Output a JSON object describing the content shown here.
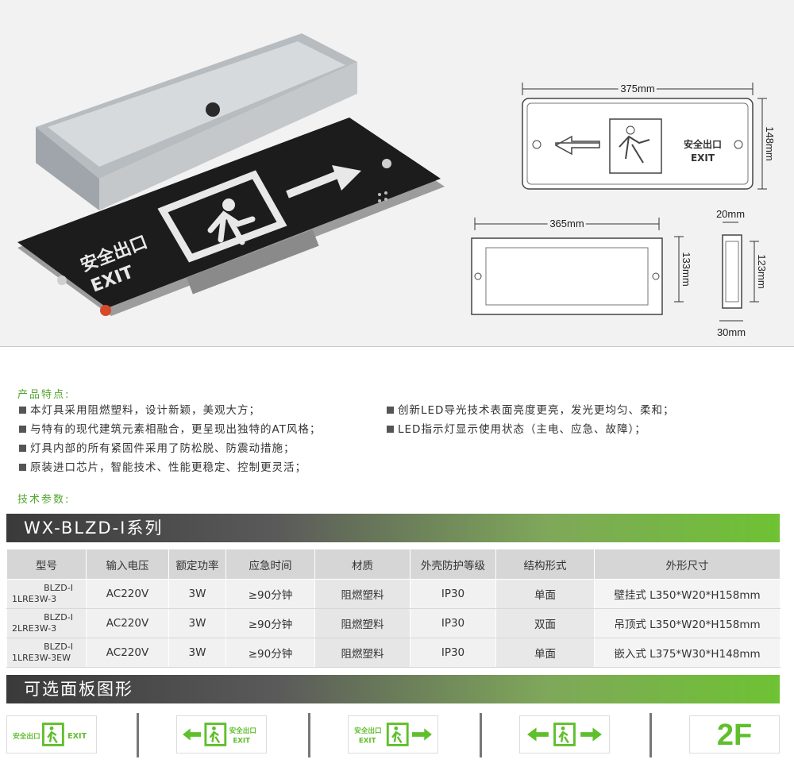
{
  "drawing": {
    "front_width": "375mm",
    "front_height": "148mm",
    "sign_text_cn": "安全出口",
    "sign_text_en": "EXIT",
    "body_width": "365mm",
    "body_height": "133mm",
    "side_top_depth": "20mm",
    "side_height": "123mm",
    "side_bottom_depth": "30mm"
  },
  "photo": {
    "sign_text_cn": "安全出口",
    "sign_text_en": "EXIT"
  },
  "features": {
    "title": "产品特点:",
    "left": [
      "本灯具采用阻燃塑料，设计新颖，美观大方；",
      "与特有的现代建筑元素相融合，更呈现出独特的AT风格；",
      "灯具内部的所有紧固件采用了防松脱、防震动措施；",
      "原装进口芯片，智能技术、性能更稳定、控制更灵活；"
    ],
    "right": [
      "创新LED导光技术表面亮度更亮，发光更均匀、柔和；",
      "LED指示灯显示使用状态（主电、应急、故障）；"
    ]
  },
  "tech": {
    "title": "技术参数:",
    "series": "WX-BLZD-Ⅰ系列"
  },
  "table": {
    "headers": [
      "型号",
      "输入电压",
      "额定功率",
      "应急时间",
      "材质",
      "外壳防护等级",
      "结构形式",
      "外形尺寸"
    ],
    "rows": [
      {
        "model1": "BLZD-Ⅰ",
        "model2": "1LRE3W-3",
        "voltage": "AC220V",
        "power": "3W",
        "time": "≥90分钟",
        "material": "阻燃塑料",
        "ip": "IP30",
        "structure": "单面",
        "size": "壁挂式 L350*W20*H158mm"
      },
      {
        "model1": "BLZD-Ⅰ",
        "model2": "2LRE3W-3",
        "voltage": "AC220V",
        "power": "3W",
        "time": "≥90分钟",
        "material": "阻燃塑料",
        "ip": "IP30",
        "structure": "双面",
        "size": "吊顶式 L350*W20*H158mm"
      },
      {
        "model1": "BLZD-Ⅰ",
        "model2": "1LRE3W-3EW",
        "voltage": "AC220V",
        "power": "3W",
        "time": "≥90分钟",
        "material": "阻燃塑料",
        "ip": "IP30",
        "structure": "单面",
        "size": "嵌入式 L375*W30*H148mm"
      }
    ]
  },
  "panels": {
    "title": "可选面板图形",
    "cn": "安全出口",
    "en": "EXIT",
    "floor": "2F"
  },
  "colors": {
    "accent_green": "#52a52e",
    "sign_green": "#5fbf2c",
    "banner_dark": "#3a3a3a"
  }
}
